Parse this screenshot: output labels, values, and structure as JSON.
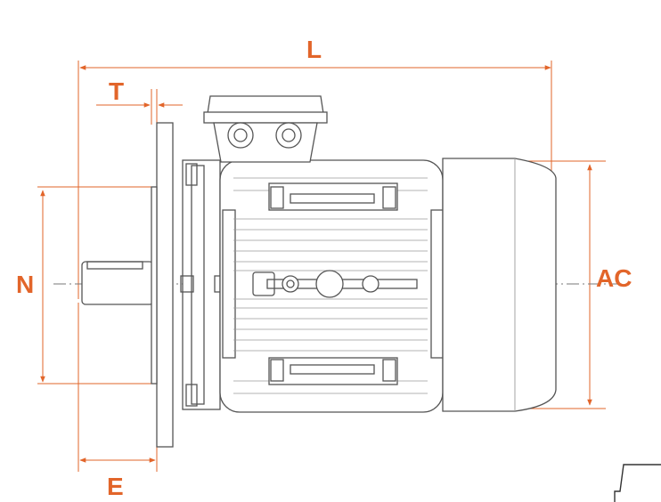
{
  "colors": {
    "dimension": "#e2652a",
    "outline": "#555555",
    "light_line": "#9a9a9a",
    "background": "#ffffff"
  },
  "labels": {
    "L": "L",
    "T": "T",
    "N": "N",
    "AC": "AC",
    "E": "E"
  },
  "icons": {
    "motor": "electric-motor-drawing",
    "arrow": "dimension-arrow"
  }
}
